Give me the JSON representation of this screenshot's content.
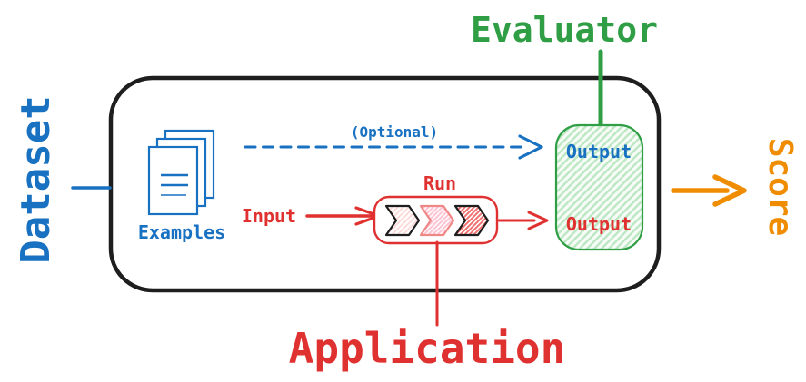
{
  "labels": {
    "dataset": "Dataset",
    "evaluator": "Evaluator",
    "score": "Score",
    "application": "Application",
    "examples": "Examples",
    "optional": "(Optional)",
    "input": "Input",
    "run": "Run",
    "evaluator_output": "Output",
    "application_output": "Output"
  },
  "colors": {
    "black": "#1e1e1e",
    "blue": "#1971c2",
    "red": "#e03131",
    "green": "#2f9e44",
    "orange": "#f08c00",
    "pink": "#f08787",
    "hatch_green": "#bde8c3",
    "hatch_pink_light": "#ffd6d6",
    "hatch_pink_mid": "#fdc0d0",
    "hatch_red": "#f07070"
  }
}
